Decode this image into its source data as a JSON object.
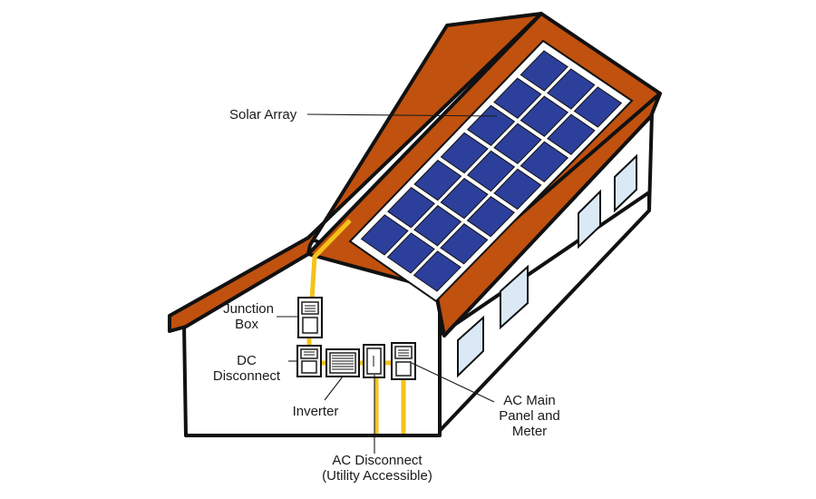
{
  "diagram": {
    "labels": {
      "solar_array": "Solar Array",
      "junction_box_line1": "Junction",
      "junction_box_line2": "Box",
      "dc_disconnect_line1": "DC",
      "dc_disconnect_line2": "Disconnect",
      "inverter": "Inverter",
      "ac_disconnect_line1": "AC Disconnect",
      "ac_disconnect_line2": "(Utility Accessible)",
      "ac_main_line1": "AC Main",
      "ac_main_line2": "Panel and",
      "ac_main_line3": "Meter"
    },
    "colors": {
      "roof": "#c0510f",
      "panel_cell": "#2c3f9b",
      "panel_frame": "#ffffff",
      "wall": "#ffffff",
      "wire": "#f4c21a",
      "window": "#dbe9f7",
      "outline": "#111111"
    }
  }
}
